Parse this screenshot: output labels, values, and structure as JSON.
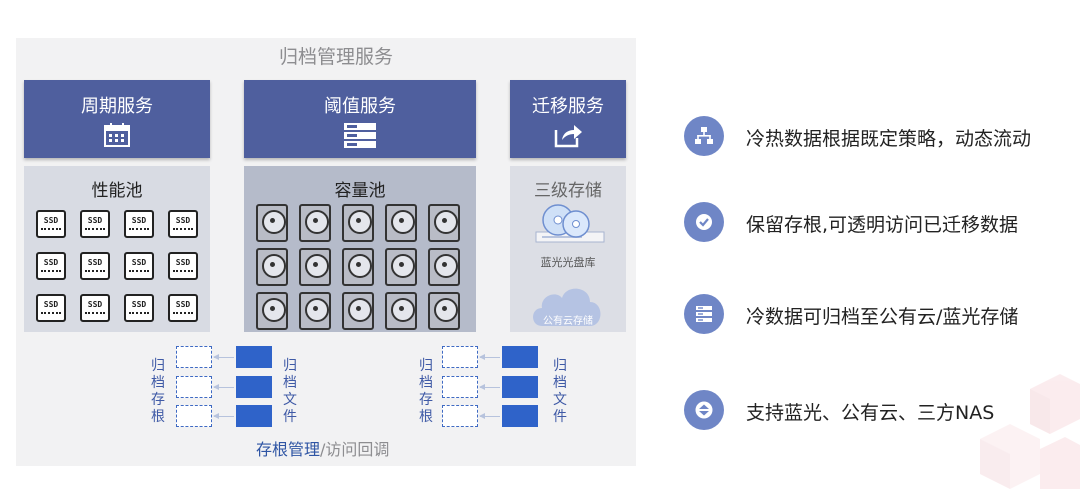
{
  "diagram": {
    "title": "归档管理服务",
    "services": [
      {
        "label": "周期服务",
        "icon": "calendar-icon"
      },
      {
        "label": "阈值服务",
        "icon": "server-stack-icon"
      },
      {
        "label": "迁移服务",
        "icon": "share-export-icon"
      }
    ],
    "pools": {
      "performance": {
        "label": "性能池",
        "drive_text": "SSD"
      },
      "capacity": {
        "label": "容量池"
      },
      "tertiary": {
        "label": "三级存储",
        "bluray_label": "蓝光光盘库",
        "cloud_label": "公有云存储"
      }
    },
    "stub_label": "归档存根",
    "file_label": "归档文件",
    "bottom_caption_main": "存根管理",
    "bottom_caption_sub": "/访问回调"
  },
  "features": [
    {
      "text": "冷热数据根据既定策略，动态流动",
      "icon": "hierarchy-icon"
    },
    {
      "text": "保留存根,可透明访问已迁移数据",
      "icon": "check-circle-icon"
    },
    {
      "text": "冷数据可归档至公有云/蓝光存储",
      "icon": "server-icon"
    },
    {
      "text": "支持蓝光、公有云、三方NAS",
      "icon": "up-down-arrows-icon"
    }
  ],
  "colors": {
    "service_blue": "#4f5f9e",
    "feature_circle": "#6f86c6",
    "stub_blue": "#2f63c9",
    "panel_bg": "#f2f2f3"
  }
}
